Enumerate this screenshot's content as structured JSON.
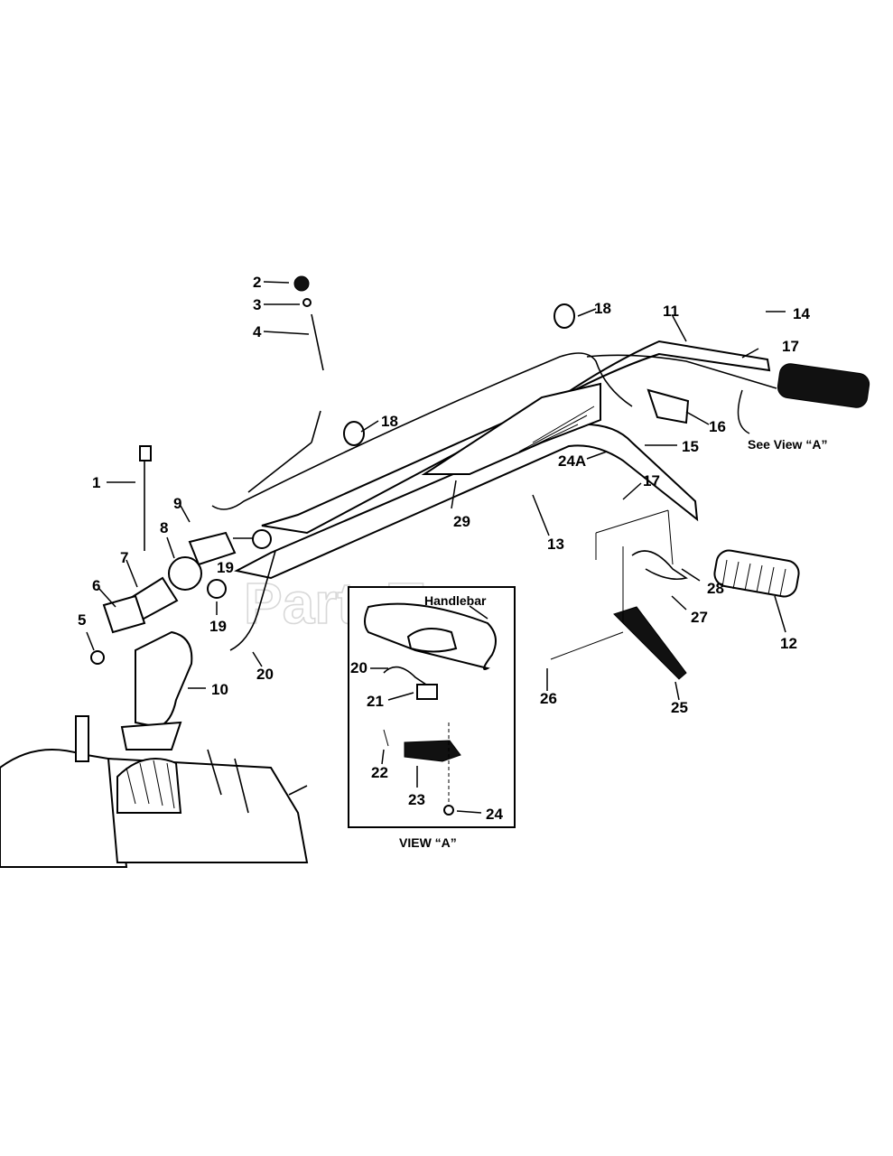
{
  "callouts": {
    "c1": "1",
    "c2": "2",
    "c3": "3",
    "c4": "4",
    "c5": "5",
    "c6": "6",
    "c7": "7",
    "c8": "8",
    "c9": "9",
    "c10": "10",
    "c11": "11",
    "c12": "12",
    "c13": "13",
    "c14": "14",
    "c15": "15",
    "c16": "16",
    "c17a": "17",
    "c17b": "17",
    "c18a": "18",
    "c18b": "18",
    "c19a": "19",
    "c19b": "19",
    "c20a": "20",
    "c20b": "20",
    "c21": "21",
    "c22": "22",
    "c23": "23",
    "c24": "24",
    "c24a": "24A",
    "c25": "25",
    "c26": "26",
    "c27": "27",
    "c28": "28",
    "c29": "29"
  },
  "labels": {
    "see_view": "See View “A”",
    "handlebar": "Handlebar",
    "view_a": "VIEW “A”"
  },
  "watermark": "PartsTree"
}
